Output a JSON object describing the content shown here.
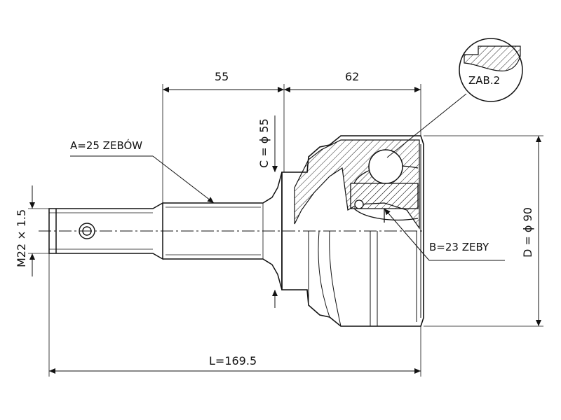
{
  "labels": {
    "dim_55": "55",
    "dim_62": "62",
    "dim_c": "C = ϕ 55",
    "dim_d": "D = ϕ 90",
    "dim_l": "L=169.5",
    "dim_m": "M22 × 1.5",
    "spline_a": "A=25 ZEBÓW",
    "spline_b": "B=23 ZEBY",
    "detail": "ZAB.2"
  },
  "colors": {
    "line": "#111111",
    "background": "#ffffff"
  }
}
